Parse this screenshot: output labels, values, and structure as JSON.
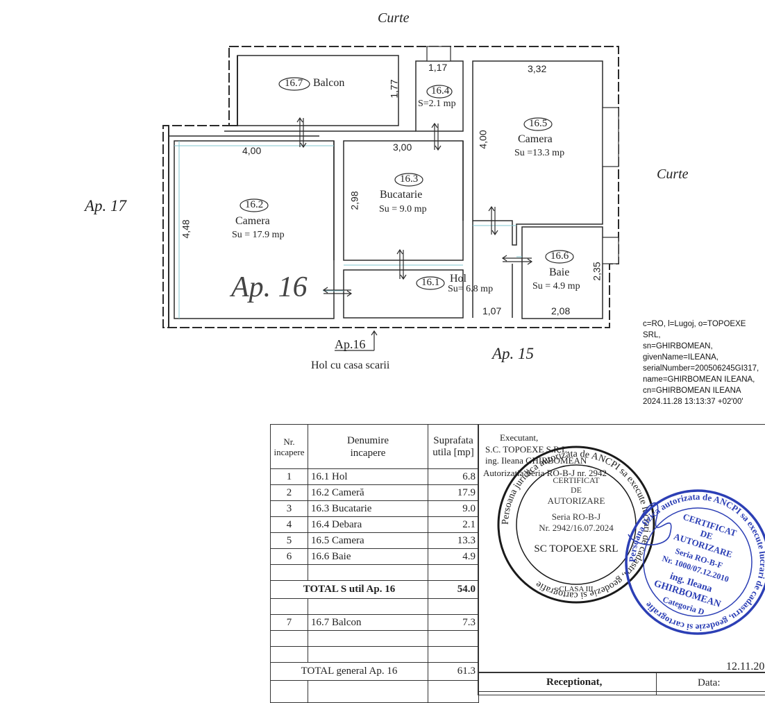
{
  "plan": {
    "labels": {
      "curte_top": "Curte",
      "curte_right": "Curte",
      "ap17": "Ap. 17",
      "ap16_big": "Ap. 16",
      "ap15": "Ap. 15",
      "ap16_entry": "Ap.16",
      "stair_hall": "Hol cu casa scarii"
    },
    "rooms": [
      {
        "id": "16.7",
        "name": "Balcon",
        "area": ""
      },
      {
        "id": "16.4",
        "name": "",
        "area": "S=2.1 mp"
      },
      {
        "id": "16.5",
        "name": "Camera",
        "area": "Su =13.3 mp"
      },
      {
        "id": "16.3",
        "name": "Bucatarie",
        "area": "Su = 9.0 mp"
      },
      {
        "id": "16.2",
        "name": "Camera",
        "area": "Su = 17.9 mp"
      },
      {
        "id": "16.1",
        "name": "Hol",
        "area": "Su= 6.8 mp"
      },
      {
        "id": "16.6",
        "name": "Baie",
        "area": "Su = 4.9 mp"
      }
    ],
    "dims": [
      "1,17",
      "3,32",
      "1,77",
      "4,00",
      "3,00",
      "4,00",
      "2,98",
      "4,48",
      "2,35",
      "1,07",
      "2,08"
    ]
  },
  "signature": [
    "c=RO, l=Lugoj, o=TOPOEXE SRL,",
    "sn=GHIRBOMEAN,",
    "givenName=ILEANA,",
    "serialNumber=200506245GI317,",
    "name=GHIRBOMEAN ILEANA,",
    "cn=GHIRBOMEAN ILEANA",
    "2024.11.28 13:13:37 +02'00'"
  ],
  "table": {
    "headers": [
      "Nr.\nincapere",
      "Denumire\nincapere",
      "Suprafata\nutila [mp]"
    ],
    "rows": [
      [
        "1",
        "16.1  Hol",
        "6.8"
      ],
      [
        "2",
        "16.2  Cameră",
        "17.9"
      ],
      [
        "3",
        "16.3  Bucatarie",
        "9.0"
      ],
      [
        "4",
        "16.4  Debara",
        "2.1"
      ],
      [
        "5",
        "16.5  Camera",
        "13.3"
      ],
      [
        "6",
        "16.6  Baie",
        "4.9"
      ]
    ],
    "total_util_label": "TOTAL  S util Ap. 16",
    "total_util_value": "54.0",
    "balcon_row": [
      "7",
      "16.7  Balcon",
      "7.3"
    ],
    "total_general_label": "TOTAL  general Ap. 16",
    "total_general_value": "61.3"
  },
  "executant": {
    "title": "Executant,",
    "company": "S.C. TOPOEXE  S.R.L.",
    "engineer": "ing. Ileana GHIRBOMEAN",
    "authorization": "Autorizatia Seria RO-B-J nr. 2942",
    "date": "12.11.20",
    "receptionat": "Receptionat,",
    "data_label": "Data:"
  },
  "stamp1": {
    "ring": "Persoana juridica autorizata de ANCPI sa execute lucrari de cadastru, geodezie si cartografie",
    "lines": [
      "CERTIFICAT",
      "DE",
      "AUTORIZARE",
      "Seria  RO-B-J",
      "Nr. 2942/16.07.2024",
      "SC TOPOEXE SRL",
      "CLASA III"
    ]
  },
  "stamp2": {
    "ring": "Persoana fizica autorizata de ANCPI sa execute lucrari de cadastru, geodezie si cartografie",
    "lines": [
      "CERTIFICAT",
      "DE",
      "AUTORIZARE",
      "Seria  RO-B-F",
      "Nr. 1000/07.12.2010",
      "ing. Ileana",
      "GHIRBOMEAN",
      "Categoria D"
    ]
  },
  "colors": {
    "wall": "#2a2a2a",
    "accent_line": "#7fc4cf",
    "stamp_blue": "#2c3fb5",
    "stamp_black": "#1a1a1a"
  }
}
